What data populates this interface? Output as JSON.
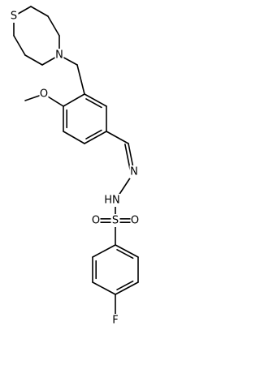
{
  "structure": {
    "atom_labels": {
      "thiomorpholine_sulfur": "S",
      "thiomorpholine_nitrogen": "N",
      "methoxy_oxygen": "O",
      "hydrazone_nitrogen": "N",
      "sulfonamide_nitrogen": "HN",
      "sulfonyl_sulfur": "S",
      "sulfonyl_oxygen_left": "O",
      "sulfonyl_oxygen_right": "O",
      "fluorine": "F"
    },
    "colors": {
      "bond": "#000000",
      "label": "#000000",
      "background": "#ffffff"
    }
  }
}
